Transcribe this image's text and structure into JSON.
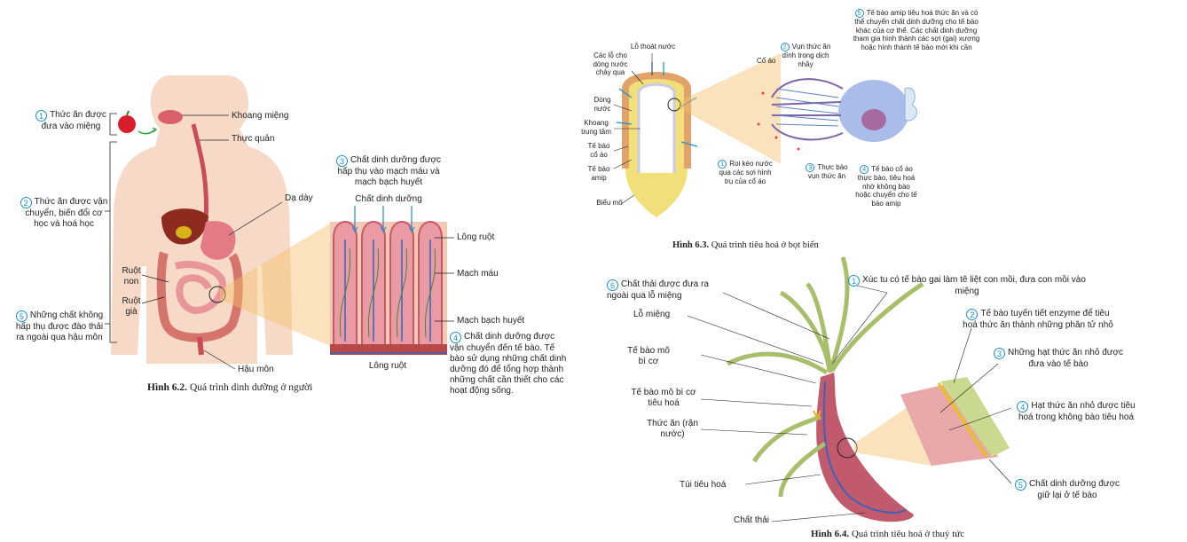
{
  "fig62": {
    "label1": "Thức ăn được đưa vào miệng",
    "num1": "1",
    "label2": "Thức ăn được vận chuyển, biến đổi cơ học và hoá học",
    "num2": "2",
    "label3": "Chất dinh dưỡng được hấp thụ vào mạch máu và mạch bạch huyết",
    "num3": "3",
    "label4": "Chất dinh dưỡng được vận chuyển đến tế bào. Tế bào sử dụng những chất dinh dưỡng đó để tổng hợp thành những chất cần thiết cho các hoạt động sống.",
    "num4": "4",
    "label5": "Những chất không hấp thụ được đào thải ra ngoài qua hậu môn",
    "num5": "5",
    "khoang_mieng": "Khoang miệng",
    "thuc_quan": "Thực quản",
    "da_day": "Dạ dày",
    "ruot_non": "Ruột non",
    "ruot_gia": "Ruột già",
    "hau_mon": "Hậu môn",
    "chat_dinh_duong": "Chất dinh dưỡng",
    "long_ruot_top": "Lông ruột",
    "mach_mau": "Mạch máu",
    "mach_bach_huyet": "Mạch bạch huyết",
    "long_ruot_bottom": "Lông ruột",
    "caption_bold": "Hình 6.2.",
    "caption_text": "Quá trình dinh dưỡng ở người"
  },
  "fig63": {
    "lo_thoat_nuoc": "Lỗ thoát nước",
    "cac_lo": "Các lỗ cho dòng nước chảy qua",
    "dong_nuoc": "Dòng nước",
    "khoang_trung_tam": "Khoang trung tâm",
    "te_bao_co_ao": "Tế bào cổ áo",
    "te_bao_amip": "Tế bào amip",
    "bieu_mo": "Biểu mô",
    "co_ao": "Cổ áo",
    "num1": "1",
    "n1": "Roi kéo nước qua các sợi hình trụ của cổ áo",
    "num2": "2",
    "n2": "Vụn thức ăn dính trong dịch nhầy",
    "num3": "3",
    "n3": "Thực bào vụn thức ăn",
    "num4": "4",
    "n4": "Tế bào cổ áo thực bào, tiêu hoá nhờ không bào hoặc chuyển cho tế bào amip",
    "num5": "5",
    "n5": "Tế bào amip tiêu hoá thức ăn và có thể chuyển chất dinh dưỡng cho tế bào khác của cơ thể. Các chất dinh dưỡng tham gia hình thành các sợi (gai) xương hoặc hình thành tế bào mới khi cần",
    "caption_bold": "Hình 6.3.",
    "caption_text": "Quá trình tiêu hoá ở bọt biển"
  },
  "fig64": {
    "num1": "1",
    "n1": "Xúc tu có tế bào gai làm tê liệt con mồi, đưa con mồi vào miệng",
    "num2": "2",
    "n2": "Tế bào tuyến tiết enzyme để tiêu hoá thức ăn thành những phân tử nhỏ",
    "num3": "3",
    "n3": "Những hạt thức ăn nhỏ được đưa vào tế bào",
    "num4": "4",
    "n4": "Hạt thức ăn nhỏ được tiêu hoá trong không bào tiêu hoá",
    "num5": "5",
    "n5": "Chất dinh dưỡng được giữ lại ở tế bào",
    "num6": "6",
    "n6": "Chất thải được đưa ra ngoài qua lỗ miệng",
    "lo_mieng": "Lỗ miệng",
    "te_bao_mo_bi_co": "Tế bào mô bì cơ",
    "te_bao_mo_bi_co_tieu_hoa": "Tế bào mô bì cơ tiêu hoá",
    "thuc_an": "Thức ăn (rận nước)",
    "tui_tieu_hoa": "Túi tiêu hoá",
    "chat_thai": "Chất thải",
    "caption_bold": "Hình 6.4.",
    "caption_text": "Quá trình tiêu hoá ở thuỷ tức"
  }
}
